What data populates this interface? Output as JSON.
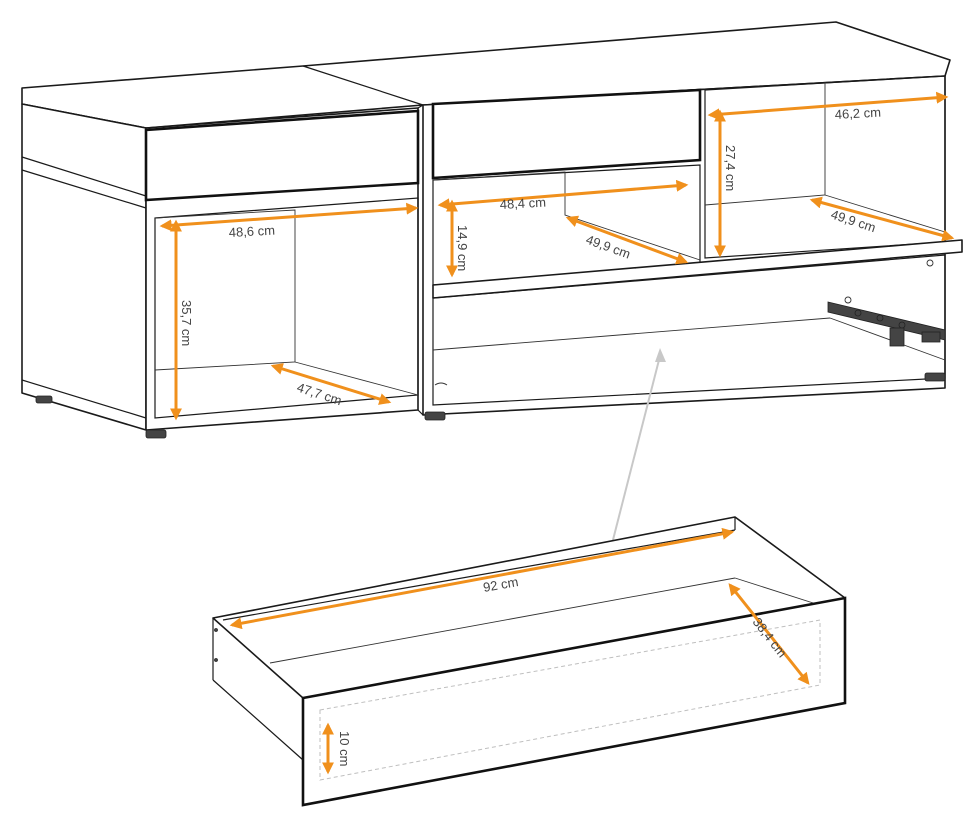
{
  "colors": {
    "dimension": "#f0901c",
    "outline": "#1a1a1a",
    "pointer": "#c8c8c8"
  },
  "dimensions": {
    "left_width": "48,6 cm",
    "left_height": "35,7 cm",
    "left_depth": "47,7 cm",
    "middle_width": "48,4 cm",
    "middle_height": "14,9 cm",
    "middle_depth": "49,9 cm",
    "right_width": "46,2 cm",
    "right_height": "27,4 cm",
    "right_depth": "49,9 cm",
    "drawer_width": "92 cm",
    "drawer_depth": "38,4 cm",
    "drawer_height": "10 cm"
  }
}
